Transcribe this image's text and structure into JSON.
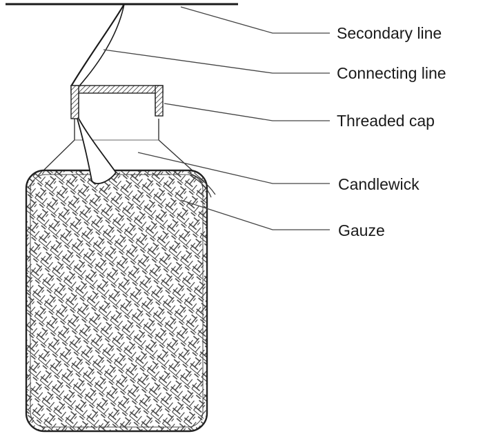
{
  "labels": {
    "secondary_line": "Secondary line",
    "connecting_line": "Connecting line",
    "threaded_cap": "Threaded cap",
    "candlewick": "Candlewick",
    "gauze": "Gauze"
  },
  "colors": {
    "ink": "#1a1a1a",
    "leader": "#444444",
    "background": "#ffffff"
  }
}
